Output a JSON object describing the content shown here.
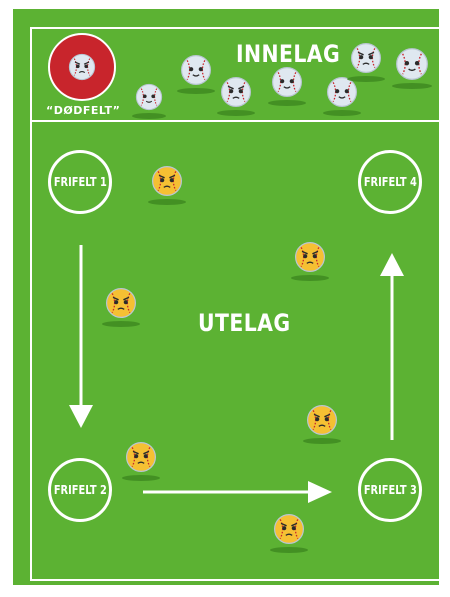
{
  "innelag": {
    "title": "INNELAG",
    "dead_zone_label": "“DØDFELT”"
  },
  "utelag": {
    "title": "UTELAG"
  },
  "free_zones": [
    {
      "label": "FRIFELT 1"
    },
    {
      "label": "FRIFELT 2"
    },
    {
      "label": "FRIFELT 3"
    },
    {
      "label": "FRIFELT 4"
    }
  ],
  "colors": {
    "field": "#5cb233",
    "lines": "#ffffff",
    "dead_zone": "#c8252c",
    "fielder_ball": "#f5c033",
    "batter_ball": "#dfe8f0"
  }
}
